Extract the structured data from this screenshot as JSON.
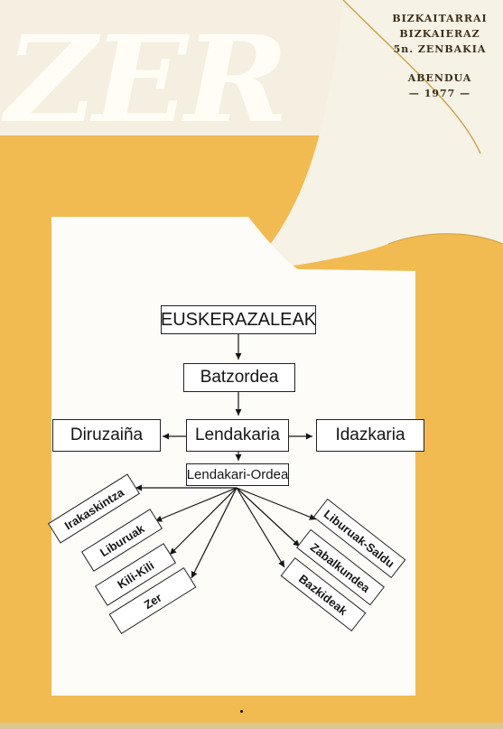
{
  "masthead": {
    "title": "ZER"
  },
  "header": {
    "line1": "BIZKAITARRAI",
    "line2": "BIZKAIERAZ",
    "line3": "5n. ZENBAKIA",
    "month": "ABENDUA",
    "year": "— 1977 —"
  },
  "colors": {
    "orange": "#f1bb52",
    "paper": "#f3eedf",
    "white_panel": "#fdfcf8",
    "ink": "#151515"
  },
  "diagram": {
    "top": "EUSKERAZALEAK",
    "second": "Batzordea",
    "center": "Lendakaria",
    "left": "Diruzaiña",
    "right": "Idazkaria",
    "deputy": "Lendakari-Ordea",
    "left_branches": [
      "Irakaskintza",
      "Liburuak",
      "Kili-Kili",
      "Zer"
    ],
    "right_branches": [
      "Liburuak-Saldu",
      "Zabalkundea",
      "Bazkideak"
    ]
  }
}
